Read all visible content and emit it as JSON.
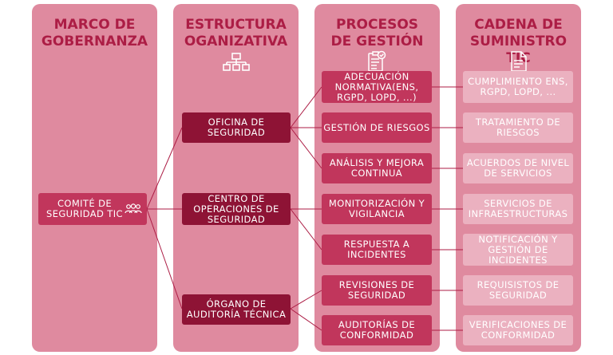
{
  "columns": {
    "governance": {
      "title": "MARCO DE\nGOBERNANZA"
    },
    "structure": {
      "title": "ESTRUCTURA\nOGANIZATIVA"
    },
    "processes": {
      "title": "PROCESOS\nDE GESTIÓN"
    },
    "supply": {
      "title": "CADENA DE\nSUMINISTRO TIC"
    }
  },
  "icons": {
    "structure": "org-chart-icon",
    "processes": "checklist-icon",
    "supply": "document-icon",
    "committee": "people-group-icon"
  },
  "colors": {
    "column_bg": "#df8a9f",
    "title": "#ac1d45",
    "committee_box": "#c1365c",
    "structure_box": "#8e1335",
    "process_box": "#c1365c",
    "supply_box": "#ebb1c0",
    "connector": "#ac1d45"
  },
  "governance": {
    "committee": "COMITÉ DE\nSEGURIDAD TIC"
  },
  "structure": {
    "items": [
      "OFICINA DE\nSEGURIDAD",
      "CENTRO DE\nOPERACIONES DE\nSEGURIDAD",
      "ÓRGANO DE\nAUDITORÍA TÉCNICA"
    ]
  },
  "processes": {
    "items": [
      "ADECUACIÓN\nNORMATIVA(ENS,\nRGPD, LOPD, ...)",
      "GESTIÓN DE RIESGOS",
      "ANÁLISIS Y MEJORA\nCONTINUA",
      "MONITORIZACIÓN Y\nVIGILANCIA",
      "RESPUESTA A\nINCIDENTES",
      "REVISIONES DE\nSEGURIDAD",
      "AUDITORÍAS DE\nCONFORMIDAD"
    ]
  },
  "supply": {
    "items": [
      "CUMPLIMIENTO ENS,\nRGPD, LOPD, ...",
      "TRATAMIENTO DE\nRIESGOS",
      "ACUERDOS DE NIVEL\nDE SERVICIOS",
      "SERVICIOS DE\nINFRAESTRUCTURAS",
      "NOTIFICACIÓN Y\nGESTIÓN DE\nINCIDENTES",
      "REQUISISTOS DE\nSEGURIDAD",
      "VERIFICACIONES DE\nCONFORMIDAD"
    ]
  }
}
